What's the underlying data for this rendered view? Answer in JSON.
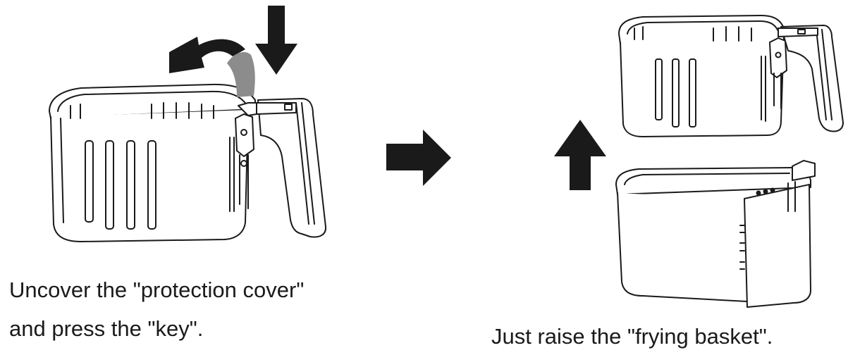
{
  "captions": {
    "step_one_line_1": "Uncover the \"protection cover\"",
    "step_one_line_2": "and press the \"key\".",
    "step_two": "Just raise the \"frying basket\"."
  },
  "colors": {
    "ink": "#1a1a1a",
    "gray_arrow": "#8c8c8c",
    "background": "#ffffff"
  }
}
